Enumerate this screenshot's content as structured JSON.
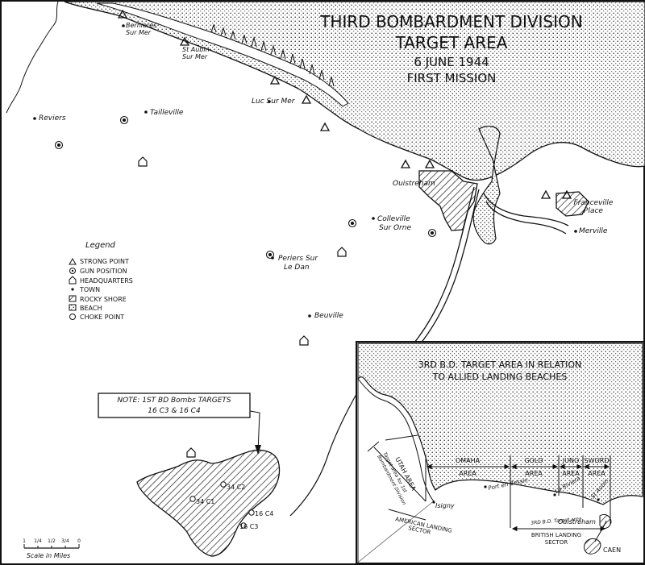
{
  "title": {
    "line1": "THIRD BOMBARDMENT DIVISION",
    "line2": "TARGET AREA",
    "line3": "6 JUNE 1944",
    "line4": "FIRST MISSION"
  },
  "towns": {
    "bernieres1": "Bernieres",
    "bernieres2": "Sur Mer",
    "staubin1": "St Aubin",
    "staubin2": "Sur Mer",
    "reviers": "Reviers",
    "tailleville": "Tailleville",
    "luc": "Luc Sur Mer",
    "ouistreham": "Ouistreham",
    "franceville1": "Franceville",
    "franceville2": "Place",
    "colleville1": "Colleville",
    "colleville2": "Sur Orne",
    "merville": "Merville",
    "periers1": "Periers Sur",
    "periers2": "Le Dan",
    "beuville": "Beuville"
  },
  "legend": {
    "title": "Legend",
    "items": [
      "STRONG POINT",
      "GUN POSITION",
      "HEADQUARTERS",
      "TOWN",
      "ROCKY SHORE",
      "BEACH",
      "CHOKE POINT"
    ]
  },
  "note": {
    "line1": "NOTE: 1ST BD Bombs TARGETS",
    "line2": "16 C3  &  16 C4"
  },
  "targets": {
    "c2": "34 C2",
    "c1": "34 C1",
    "c4": "16 C4",
    "c3": "16 C3"
  },
  "scale": {
    "ticks": [
      "1",
      "1/4",
      "1/2",
      "3/4",
      "0"
    ],
    "label": "Scale in Miles"
  },
  "inset": {
    "title1": "3RD B.D. TARGET AREA IN RELATION",
    "title2": "TO ALLIED LANDING BEACHES",
    "utah1": "UTAH AREA",
    "utah2": "Target area for 1st",
    "utah3": "Bombardment Division",
    "omaha1": "OMAHA",
    "omaha2": "AREA",
    "gold1": "GOLD",
    "gold2": "AREA",
    "juno1": "JUNO",
    "juno2": "AREA",
    "sword1": "SWORD",
    "sword2": "AREA",
    "isigny": "Isigny",
    "port": "Port en Bessin",
    "riviera": "La Riviera",
    "staubin": "St Aubin",
    "ouistreham": "Ouistreham",
    "american1": "AMERICAN LANDING",
    "american2": "SECTOR",
    "bd3": "3RD B.D. Target area",
    "british1": "BRITISH LANDING",
    "british2": "SECTOR",
    "caen": "CAEN"
  }
}
